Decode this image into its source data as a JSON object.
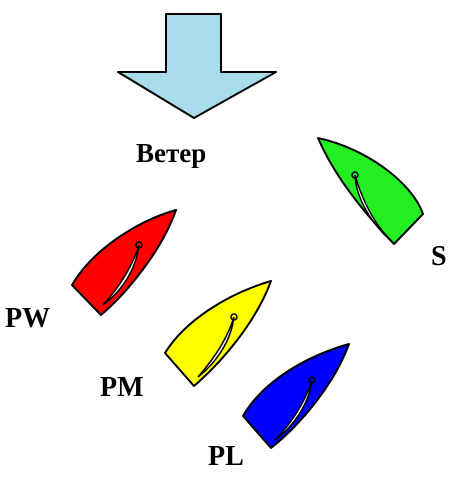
{
  "wind": {
    "label": "Ветер",
    "arrow_color": "#a9dceb"
  },
  "boats": [
    {
      "id": "s",
      "label": "S",
      "hull_color": "#22ee22"
    },
    {
      "id": "pw",
      "label": "PW",
      "hull_color": "#ff0000"
    },
    {
      "id": "pm",
      "label": "PM",
      "hull_color": "#ffff00"
    },
    {
      "id": "pl",
      "label": "PL",
      "hull_color": "#0000ff"
    }
  ]
}
